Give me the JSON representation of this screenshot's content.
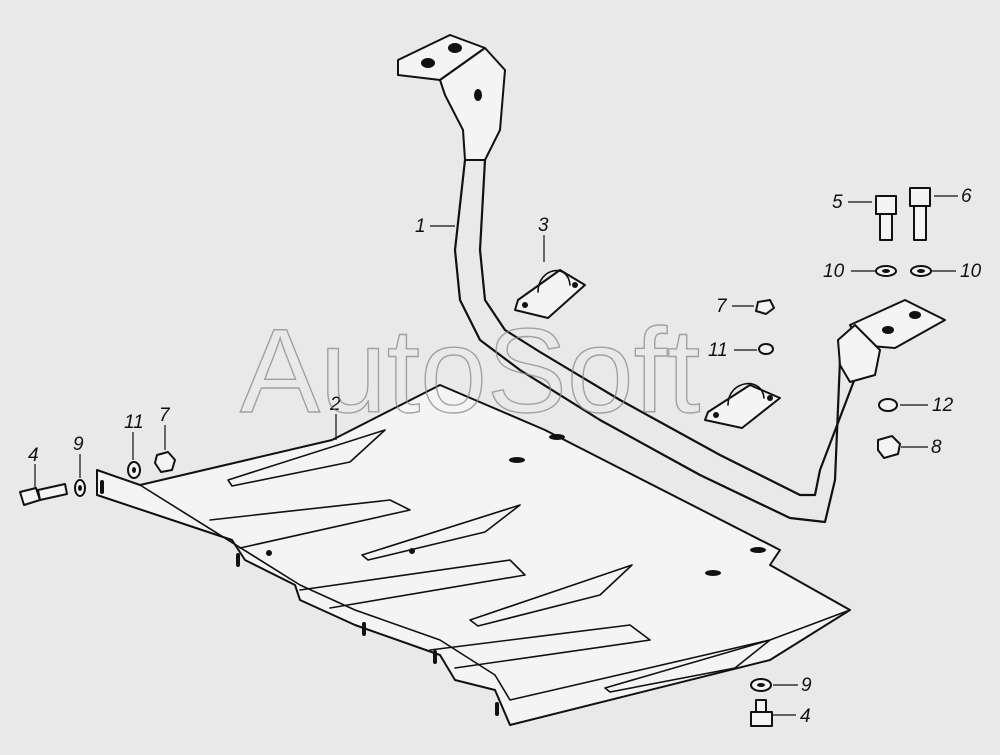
{
  "watermark": "AutoSoft",
  "callouts": [
    {
      "id": "c1",
      "text": "1"
    },
    {
      "id": "c2",
      "text": "2"
    },
    {
      "id": "c3",
      "text": "3"
    },
    {
      "id": "c4a",
      "text": "4"
    },
    {
      "id": "c4b",
      "text": "4"
    },
    {
      "id": "c5",
      "text": "5"
    },
    {
      "id": "c6",
      "text": "6"
    },
    {
      "id": "c7a",
      "text": "7"
    },
    {
      "id": "c7b",
      "text": "7"
    },
    {
      "id": "c8",
      "text": "8"
    },
    {
      "id": "c9a",
      "text": "9"
    },
    {
      "id": "c9b",
      "text": "9"
    },
    {
      "id": "c10a",
      "text": "10"
    },
    {
      "id": "c10b",
      "text": "10"
    },
    {
      "id": "c11a",
      "text": "11"
    },
    {
      "id": "c11b",
      "text": "11"
    },
    {
      "id": "c12",
      "text": "12"
    }
  ]
}
